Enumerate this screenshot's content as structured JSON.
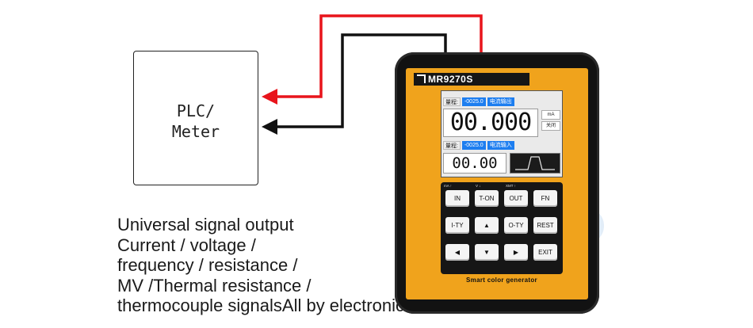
{
  "plc": {
    "label": "PLC/\nMeter"
  },
  "description": {
    "lines": [
      "Universal signal output",
      "Current / voltage /",
      "frequency / resistance /",
      "MV /Thermal resistance /",
      "thermocouple signalsAll by electronic switch."
    ]
  },
  "device": {
    "model": "MR9270S",
    "footer": "Smart color generator",
    "screen": {
      "output_tag": "量程:",
      "output_value": "-0025.0",
      "output_mode": "电流输出",
      "main_reading": "00.000",
      "unit": "mA",
      "unit_status": "关闭",
      "input_tag": "量程:",
      "input_value": "-0025.0",
      "input_mode": "电流输入",
      "secondary_reading": "00.00"
    },
    "keys": {
      "in": "IN",
      "t_on": "T-ON",
      "out": "OUT",
      "fn": "FN",
      "i_ty": "I-TY",
      "o_ty": "O-TY",
      "rest": "REST",
      "up": "▲",
      "left": "◀",
      "down": "▼",
      "right": "▶",
      "exit": "EXIT"
    }
  },
  "colors": {
    "output_wire": "#e8141b",
    "input_wire": "#111111",
    "bezel": "#f0a31c",
    "screen_accent": "#1d7ef0"
  },
  "watermark": "ee"
}
